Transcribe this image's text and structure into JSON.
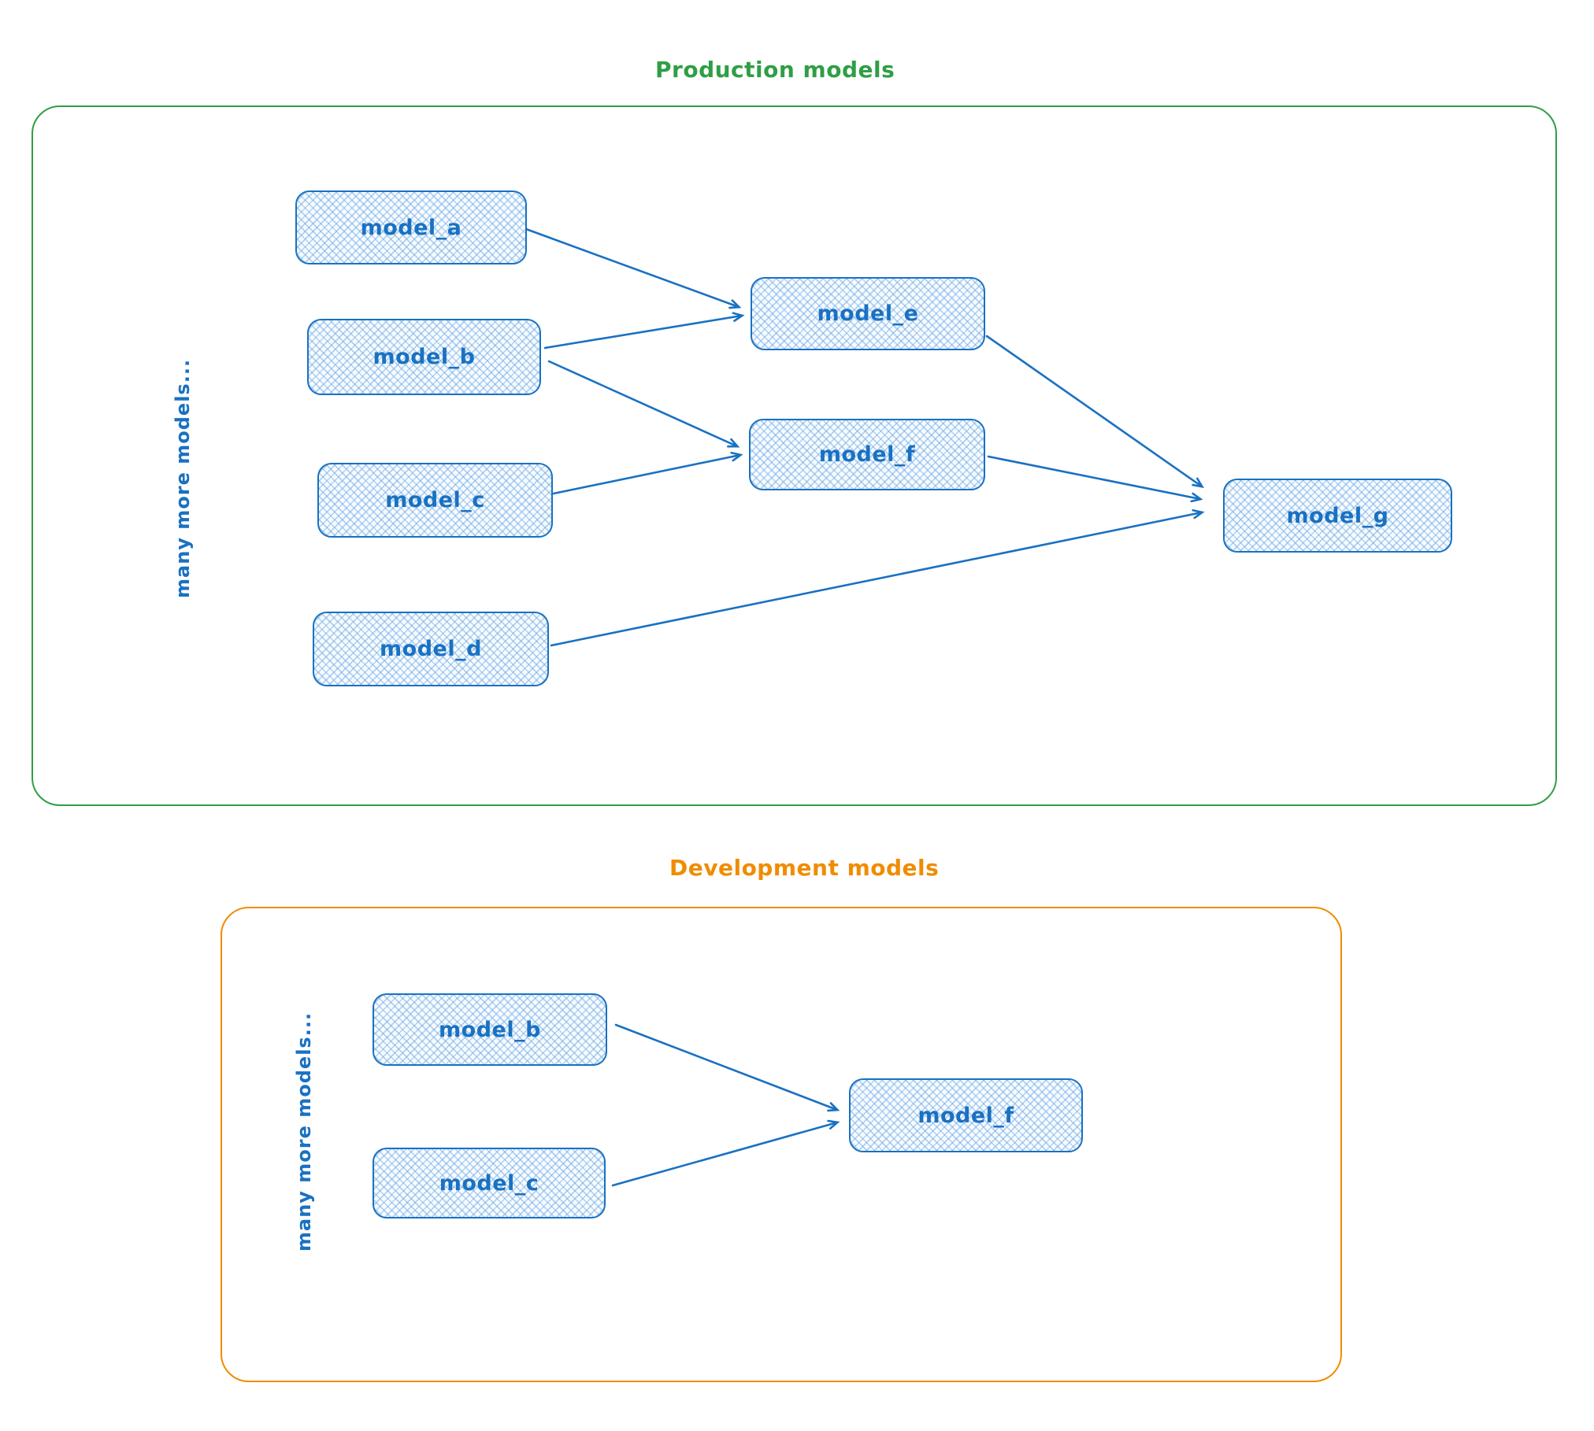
{
  "colors": {
    "production_accent": "#2f9e44",
    "development_accent": "#f08c00",
    "node_border": "#1971c2",
    "node_text": "#1971c2",
    "node_fill": "#e9f3fc"
  },
  "production": {
    "title": "Production models",
    "side_label": "many more models...",
    "nodes": [
      {
        "id": "a",
        "label": "model_a"
      },
      {
        "id": "b",
        "label": "model_b"
      },
      {
        "id": "c",
        "label": "model_c"
      },
      {
        "id": "d",
        "label": "model_d"
      },
      {
        "id": "e",
        "label": "model_e"
      },
      {
        "id": "f",
        "label": "model_f"
      },
      {
        "id": "g",
        "label": "model_g"
      }
    ],
    "edges": [
      {
        "from": "model_a",
        "to": "model_e"
      },
      {
        "from": "model_b",
        "to": "model_e"
      },
      {
        "from": "model_b",
        "to": "model_f"
      },
      {
        "from": "model_c",
        "to": "model_f"
      },
      {
        "from": "model_e",
        "to": "model_g"
      },
      {
        "from": "model_f",
        "to": "model_g"
      },
      {
        "from": "model_d",
        "to": "model_g"
      }
    ]
  },
  "development": {
    "title": "Development models",
    "side_label": "many more models...",
    "nodes": [
      {
        "id": "b",
        "label": "model_b"
      },
      {
        "id": "c",
        "label": "model_c"
      },
      {
        "id": "f",
        "label": "model_f"
      }
    ],
    "edges": [
      {
        "from": "model_b",
        "to": "model_f"
      },
      {
        "from": "model_c",
        "to": "model_f"
      }
    ]
  }
}
